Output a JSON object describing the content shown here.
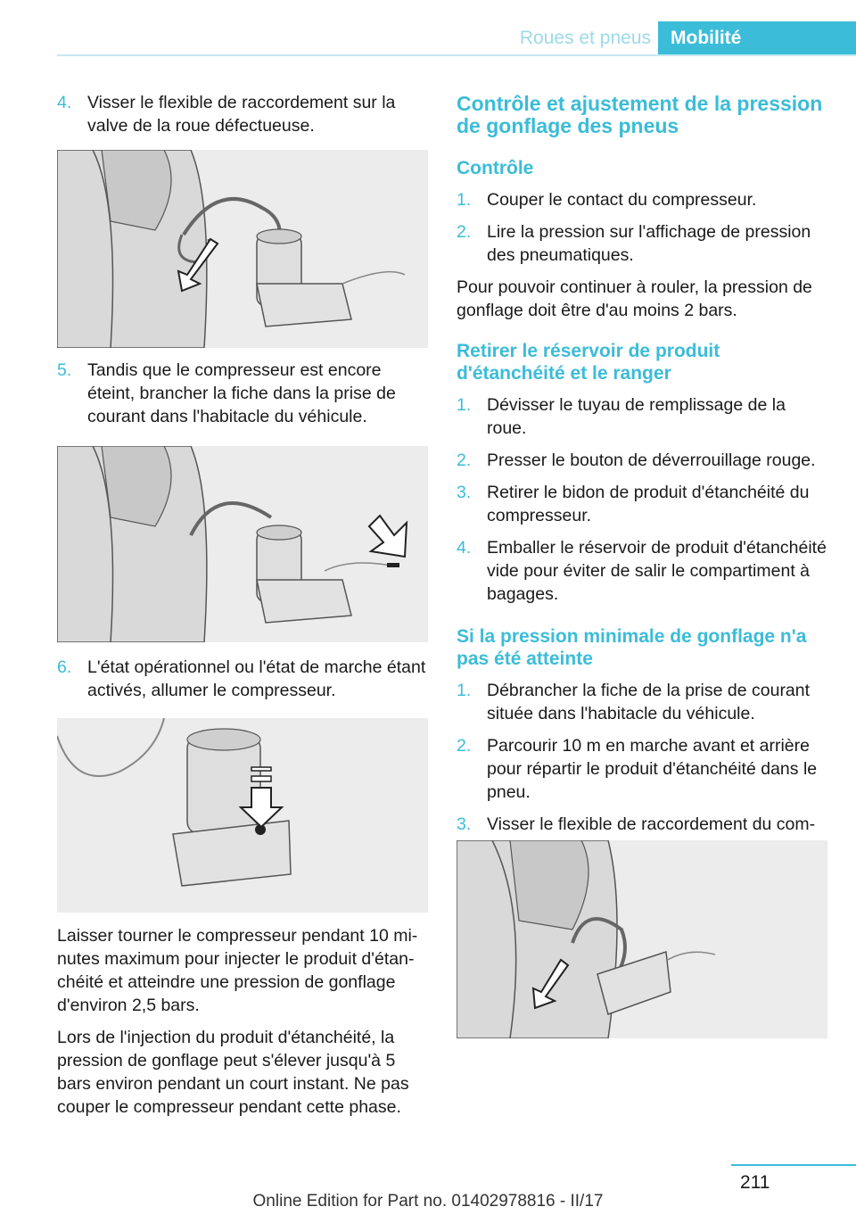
{
  "header": {
    "section": "Roues et pneus",
    "chapter": "Mobilité"
  },
  "left": {
    "step4": {
      "num": "4.",
      "text": "Visser le flexible de raccordement sur la valve de la roue défectueuse."
    },
    "step5": {
      "num": "5.",
      "text": "Tandis que le compresseur est encore éteint, brancher la fiche dans la prise de courant dans l'habitacle du véhicule."
    },
    "step6": {
      "num": "6.",
      "text": "L'état opérationnel ou l'état de marche étant activés, allumer le compresseur."
    },
    "para1": "Laisser tourner le compresseur pendant 10 mi­nutes maximum pour injecter le produit d'étan­chéité et atteindre une pression de gonflage d'environ 2,5 bars.",
    "para2": "Lors de l'injection du produit d'étanchéité, la pression de gonflage peut s'élever jusqu'à 5 bars environ pendant un court instant. Ne pas couper le compresseur pendant cette phase."
  },
  "right": {
    "title": "Contrôle et ajustement de la pression de gonflage des pneus",
    "controle": {
      "heading": "Contrôle",
      "steps": [
        {
          "num": "1.",
          "text": "Couper le contact du compresseur."
        },
        {
          "num": "2.",
          "text": "Lire la pression sur l'affichage de pression des pneumatiques."
        }
      ],
      "para": "Pour pouvoir continuer à rouler, la pression de gonflage doit être d'au moins 2 bars."
    },
    "retirer": {
      "heading": "Retirer le réservoir de produit d'étanchéité et le ranger",
      "steps": [
        {
          "num": "1.",
          "text": "Dévisser le tuyau de remplissage de la roue."
        },
        {
          "num": "2.",
          "text": "Presser le bouton de déverrouillage rouge."
        },
        {
          "num": "3.",
          "text": "Retirer le bidon de produit d'étanchéité du compresseur."
        },
        {
          "num": "4.",
          "text": "Emballer le réservoir de produit d'étan­chéité vide pour éviter de salir le comparti­ment à bagages."
        }
      ]
    },
    "minimale": {
      "heading": "Si la pression minimale de gonflage n'a pas été atteinte",
      "steps": [
        {
          "num": "1.",
          "text": "Débrancher la fiche de la prise de courant située dans l'habitacle du véhicule."
        },
        {
          "num": "2.",
          "text": "Parcourir 10 m en marche avant et arrière pour répartir le produit d'étanchéité dans le pneu."
        },
        {
          "num": "3.",
          "text": "Visser le flexible de raccordement du com­presseur directement sur la valve de pneu."
        }
      ]
    }
  },
  "footer": {
    "page_number": "211",
    "edition": "Online Edition for Part no. 01402978816 - II/17"
  },
  "colors": {
    "accent": "#3bbcd8",
    "accent_light": "#9dd9e8",
    "figure_bg": "#ececec"
  }
}
